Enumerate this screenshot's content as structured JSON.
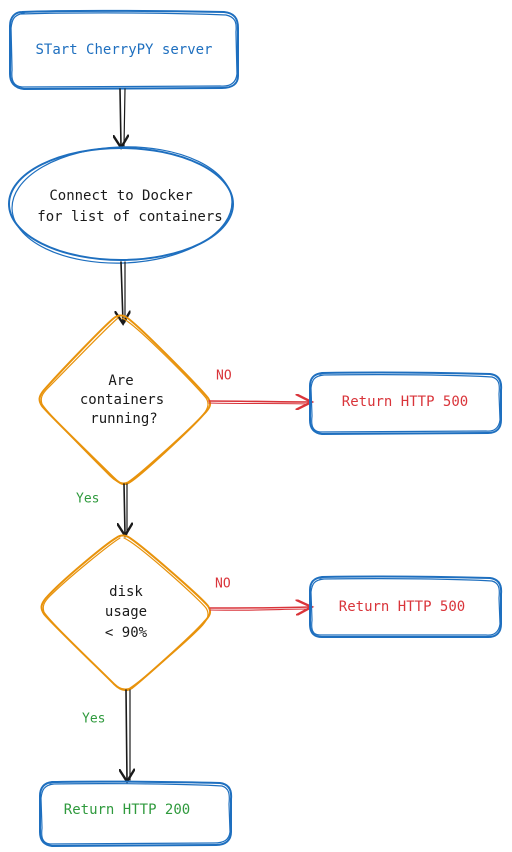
{
  "nodes": {
    "start": {
      "text": "STart CherryPY server"
    },
    "connect": {
      "line1": "Connect to Docker",
      "line2": "for list of containers"
    },
    "decision_running": {
      "line1": "Are",
      "line2": "containers",
      "line3": "running?"
    },
    "return500_a": {
      "text": "Return HTTP 500"
    },
    "decision_disk": {
      "line1": "disk",
      "line2": "usage",
      "line3": "< 90%"
    },
    "return500_b": {
      "text": "Return HTTP 500"
    },
    "return200": {
      "text": "Return HTTP 200"
    }
  },
  "edges": {
    "running_no": {
      "label": "NO"
    },
    "running_yes": {
      "label": "Yes"
    },
    "disk_no": {
      "label": "NO"
    },
    "disk_yes": {
      "label": "Yes"
    }
  },
  "colors": {
    "blue": "#1e6fbf",
    "orange": "#e8930c",
    "red": "#d9343a",
    "green": "#2f9a3d",
    "black": "#1a1a1a"
  }
}
